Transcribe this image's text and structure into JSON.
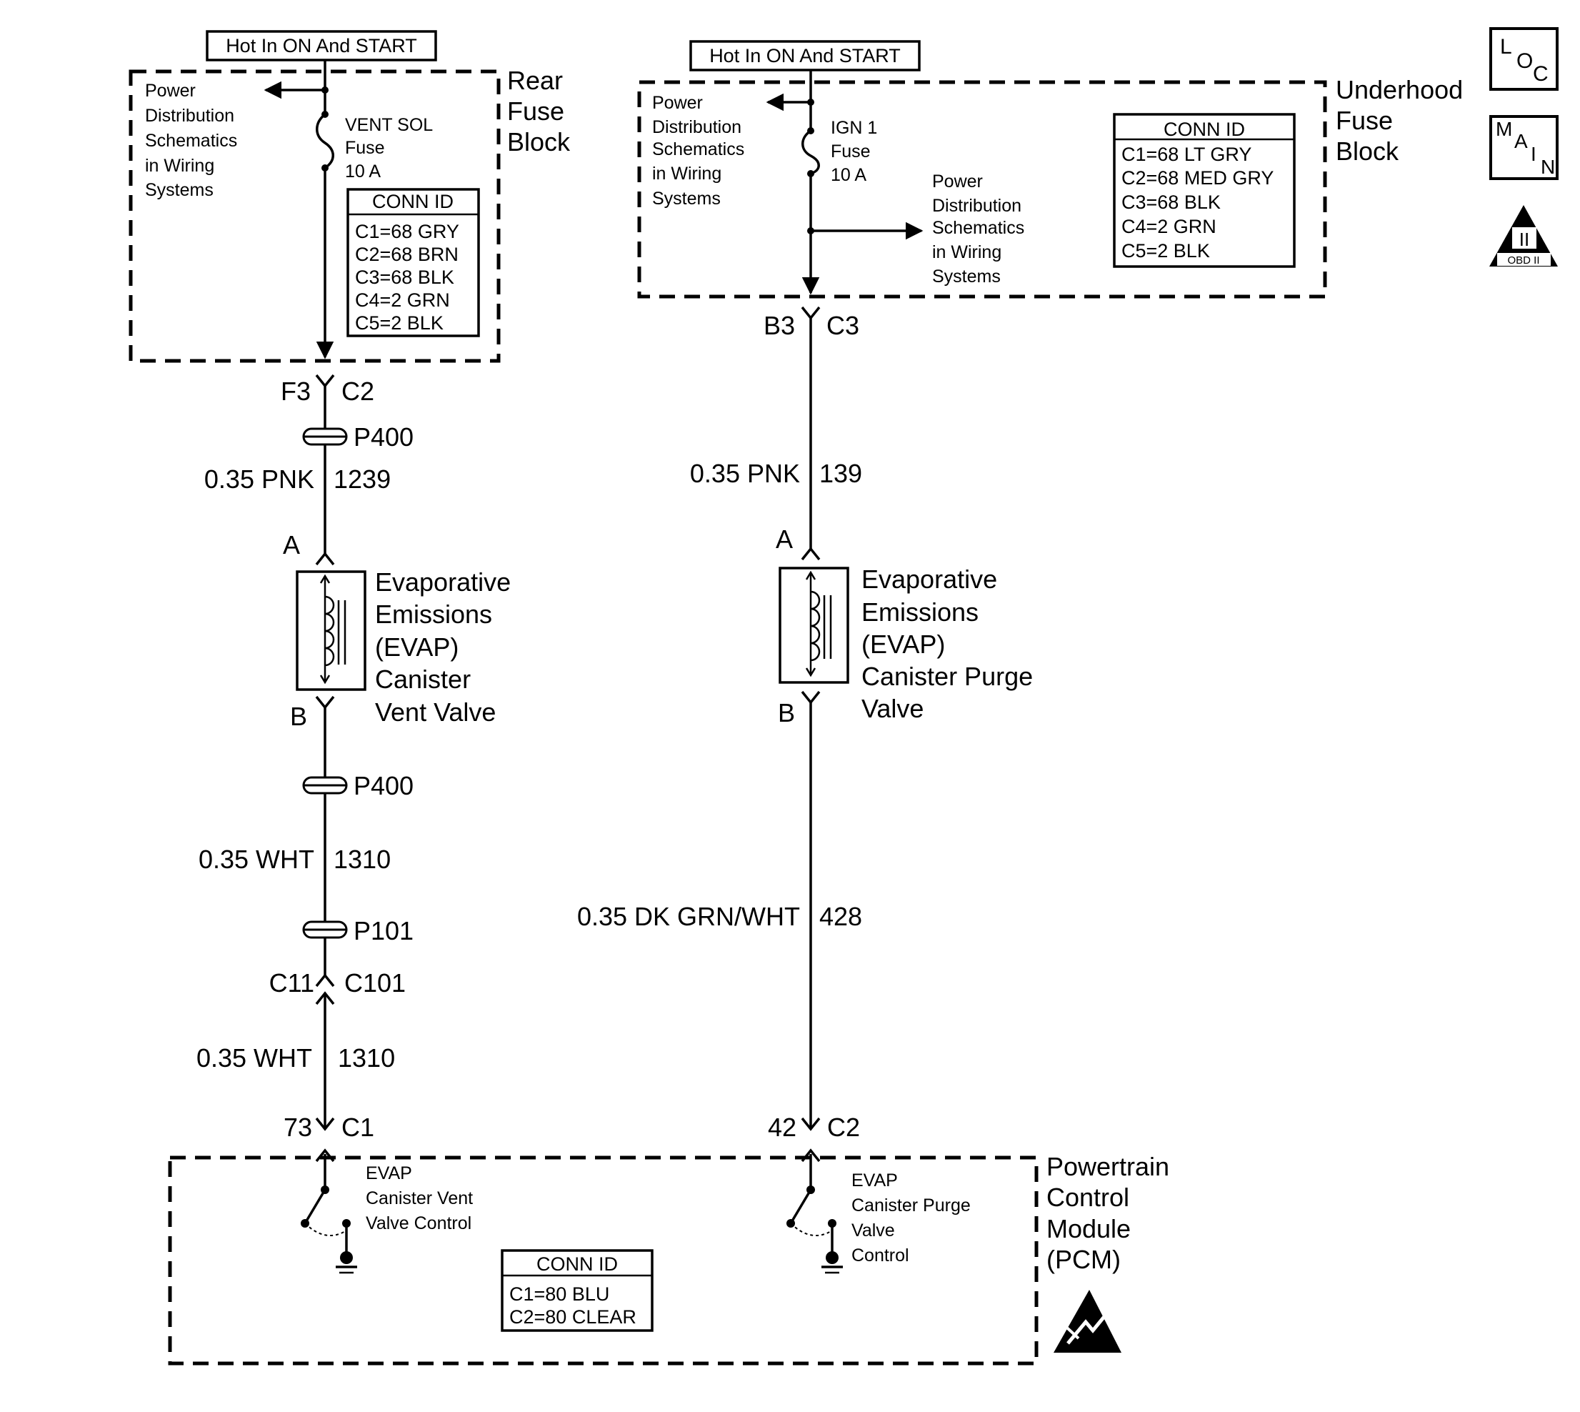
{
  "hot_label": "Hot In ON And START",
  "rear_block": {
    "title": [
      "Rear",
      "Fuse",
      "Block"
    ],
    "power_dist": [
      "Power",
      "Distribution",
      "Schematics",
      "in Wiring",
      "Systems"
    ],
    "fuse": [
      "VENT SOL",
      "Fuse",
      "10 A"
    ],
    "conn_id": {
      "header": "CONN ID",
      "rows": [
        "C1=68 GRY",
        "C2=68 BRN",
        "C3=68 BLK",
        "C4=2 GRN",
        "C5=2 BLK"
      ]
    }
  },
  "underhood_block": {
    "title": [
      "Underhood",
      "Fuse",
      "Block"
    ],
    "power_dist_left": [
      "Power",
      "Distribution",
      "Schematics",
      "in Wiring",
      "Systems"
    ],
    "fuse": [
      "IGN 1",
      "Fuse",
      "10 A"
    ],
    "power_dist_right": [
      "Power",
      "Distribution",
      "Schematics",
      "in Wiring",
      "Systems"
    ],
    "conn_id": {
      "header": "CONN ID",
      "rows": [
        "C1=68 LT GRY",
        "C2=68 MED GRY",
        "C3=68 BLK",
        "C4=2 GRN",
        "C5=2 BLK"
      ]
    }
  },
  "left_circuit": {
    "conn_top": {
      "pin": "F3",
      "conn": "C2"
    },
    "p400_top": "P400",
    "wire1": {
      "gauge": "0.35 PNK",
      "circuit": "1239"
    },
    "pin_a": "A",
    "component": [
      "Evaporative",
      "Emissions",
      "(EVAP)",
      "Canister",
      "Vent Valve"
    ],
    "pin_b": "B",
    "p400_bottom": "P400",
    "wire2": {
      "gauge": "0.35 WHT",
      "circuit": "1310"
    },
    "p101": "P101",
    "inline_conn": {
      "pin": "C11",
      "conn": "C101"
    },
    "wire3": {
      "gauge": "0.35 WHT",
      "circuit": "1310"
    },
    "pcm_conn": {
      "pin": "73",
      "conn": "C1"
    },
    "pcm_label": [
      "EVAP",
      "Canister Vent",
      "Valve Control"
    ]
  },
  "right_circuit": {
    "conn_top": {
      "pin": "B3",
      "conn": "C3"
    },
    "wire1": {
      "gauge": "0.35 PNK",
      "circuit": "139"
    },
    "pin_a": "A",
    "component": [
      "Evaporative",
      "Emissions",
      "(EVAP)",
      "Canister Purge",
      "Valve"
    ],
    "pin_b": "B",
    "wire2": {
      "gauge": "0.35 DK GRN/WHT",
      "circuit": "428"
    },
    "pcm_conn": {
      "pin": "42",
      "conn": "C2"
    },
    "pcm_label": [
      "EVAP",
      "Canister Purge",
      "Valve",
      "Control"
    ]
  },
  "pcm": {
    "title": [
      "Powertrain",
      "Control",
      "Module",
      "(PCM)"
    ],
    "conn_id": {
      "header": "CONN ID",
      "rows": [
        "C1=80 BLU",
        "C2=80 CLEAR"
      ]
    }
  },
  "icons": {
    "loc": [
      "L",
      "O",
      "C"
    ],
    "main": [
      "M",
      "A",
      "I",
      "N"
    ],
    "obd": {
      "roman": "II",
      "label": "OBD II"
    }
  }
}
